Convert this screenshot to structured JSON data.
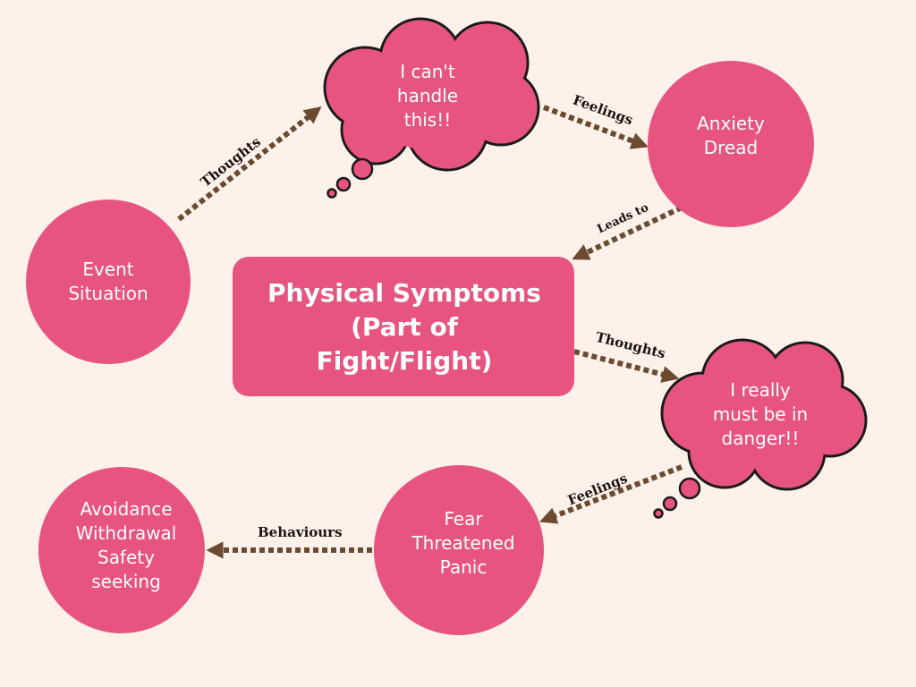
{
  "colors": {
    "background": "#fdf1ea",
    "node_fill": "#e75480",
    "node_text": "#ffffff",
    "arrow": "#6b4a2f",
    "cloud_outline": "#1a1a1a",
    "label_text": "#1e1210"
  },
  "nodes": {
    "event": {
      "lines": [
        "Event",
        "Situation"
      ]
    },
    "thought1": {
      "lines": [
        "I can't",
        "handle",
        "this!!"
      ]
    },
    "feeling1": {
      "lines": [
        "Anxiety",
        "Dread"
      ]
    },
    "physical": {
      "lines": [
        "Physical Symptoms",
        "(Part of",
        "Fight/Flight)"
      ]
    },
    "thought2": {
      "lines": [
        "I really",
        "must be in",
        "danger!!"
      ]
    },
    "feeling2": {
      "lines": [
        "Fear",
        "Threatened",
        "Panic"
      ]
    },
    "behaviour": {
      "lines": [
        "Avoidance",
        "Withdrawal",
        "Safety",
        "seeking"
      ]
    }
  },
  "edges": {
    "event_to_thought1": "Thoughts",
    "thought1_to_feeling1": "Feelings",
    "feeling1_to_physical": "Leads to",
    "physical_to_thought2": "Thoughts",
    "thought2_to_feeling2": "Feelings",
    "feeling2_to_behaviour": "Behaviours"
  }
}
